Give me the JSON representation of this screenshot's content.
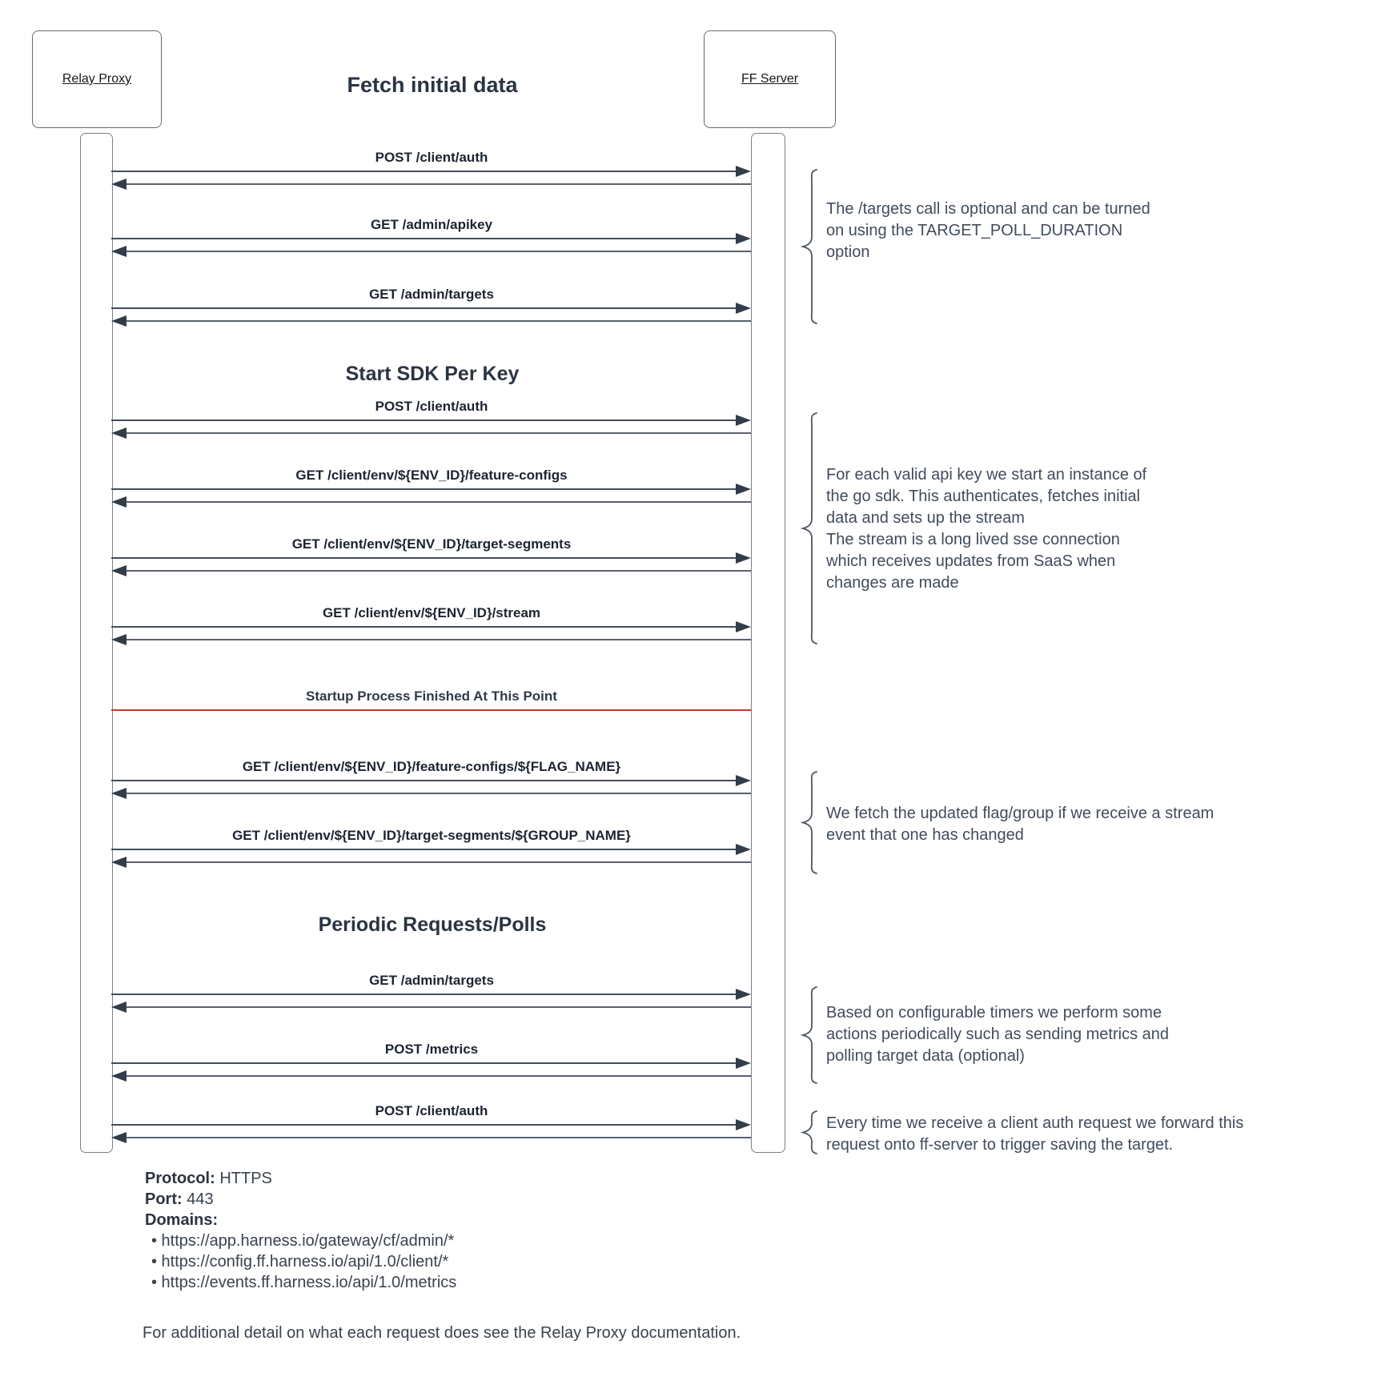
{
  "diagram": {
    "actors": [
      {
        "label": "Relay Proxy"
      },
      {
        "label": "FF Server"
      }
    ],
    "title": "Fetch initial data",
    "section_titles": {
      "start_sdk": "Start SDK Per Key",
      "periodic": "Periodic Requests/Polls"
    },
    "divider": {
      "label": "Startup Process Finished At This Point",
      "color": "#c23a2e"
    },
    "messages": [
      {
        "label": "POST /client/auth"
      },
      {
        "label": "GET /admin/apikey"
      },
      {
        "label": "GET /admin/targets"
      },
      {
        "label": "POST /client/auth"
      },
      {
        "label": "GET /client/env/${ENV_ID}/feature-configs"
      },
      {
        "label": "GET /client/env/${ENV_ID}/target-segments"
      },
      {
        "label": "GET /client/env/${ENV_ID}/stream"
      },
      {
        "label": "GET /client/env/${ENV_ID}/feature-configs/${FLAG_NAME}"
      },
      {
        "label": "GET /client/env/${ENV_ID}/target-segments/${GROUP_NAME}"
      },
      {
        "label": "GET /admin/targets"
      },
      {
        "label": "POST /metrics"
      },
      {
        "label": "POST /client/auth"
      }
    ],
    "annotations": [
      {
        "lines": [
          "The /targets call is optional and can be turned",
          "on using the TARGET_POLL_DURATION",
          "option"
        ]
      },
      {
        "lines": [
          "For each valid api key we start an instance of",
          "the go sdk. This authenticates, fetches initial",
          "data and sets up the stream",
          "The stream is a long lived sse connection",
          "which receives updates from SaaS when",
          "changes are made"
        ]
      },
      {
        "lines": [
          "We fetch the updated flag/group if we receive a stream",
          "event that one has changed"
        ]
      },
      {
        "lines": [
          "Based on configurable timers we perform some",
          "actions periodically such as sending metrics and",
          "polling target data (optional)"
        ]
      },
      {
        "lines": [
          "Every time we receive a client auth request we forward this",
          "request onto ff-server to trigger saving the target."
        ]
      }
    ]
  },
  "footer": {
    "protocol_label": "Protocol:",
    "protocol_value": "HTTPS",
    "port_label": "Port:",
    "port_value": "443",
    "domains_label": "Domains:",
    "domains": [
      "• https://app.harness.io/gateway/cf/admin/*",
      "• https://config.ff.harness.io/api/1.0/client/*",
      "• https://events.ff.harness.io/api/1.0/metrics"
    ],
    "note": "For additional detail on what each request does see the Relay Proxy documentation."
  }
}
